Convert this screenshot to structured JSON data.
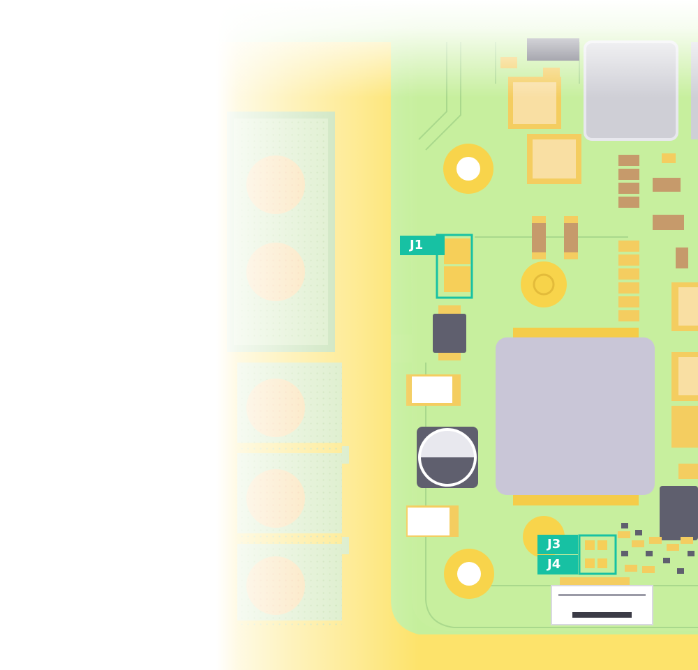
{
  "labels": {
    "j1": "J1",
    "j3": "J3",
    "j4": "J4"
  },
  "colors": {
    "board": "#c5ef9c",
    "copper_pour": "#fde26a",
    "pad": "#f6cf59",
    "chip": "#c9c6d7",
    "highlight": "#17c1a3"
  }
}
